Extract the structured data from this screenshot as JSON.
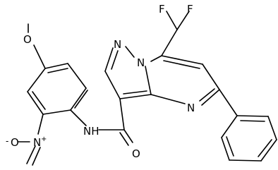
{
  "molecule": {
    "atoms": {
      "F_left": "F",
      "F_right": "F",
      "N_pyrazole": "N",
      "N_bridge": "N",
      "N_pyrimidine": "N",
      "O_methoxy": "O",
      "N_nitro": "N",
      "nitro_plus": "+",
      "O_nitro_neg": "O",
      "O_minus": "-",
      "NH_amide": "NH",
      "O_carbonyl": "O"
    }
  }
}
